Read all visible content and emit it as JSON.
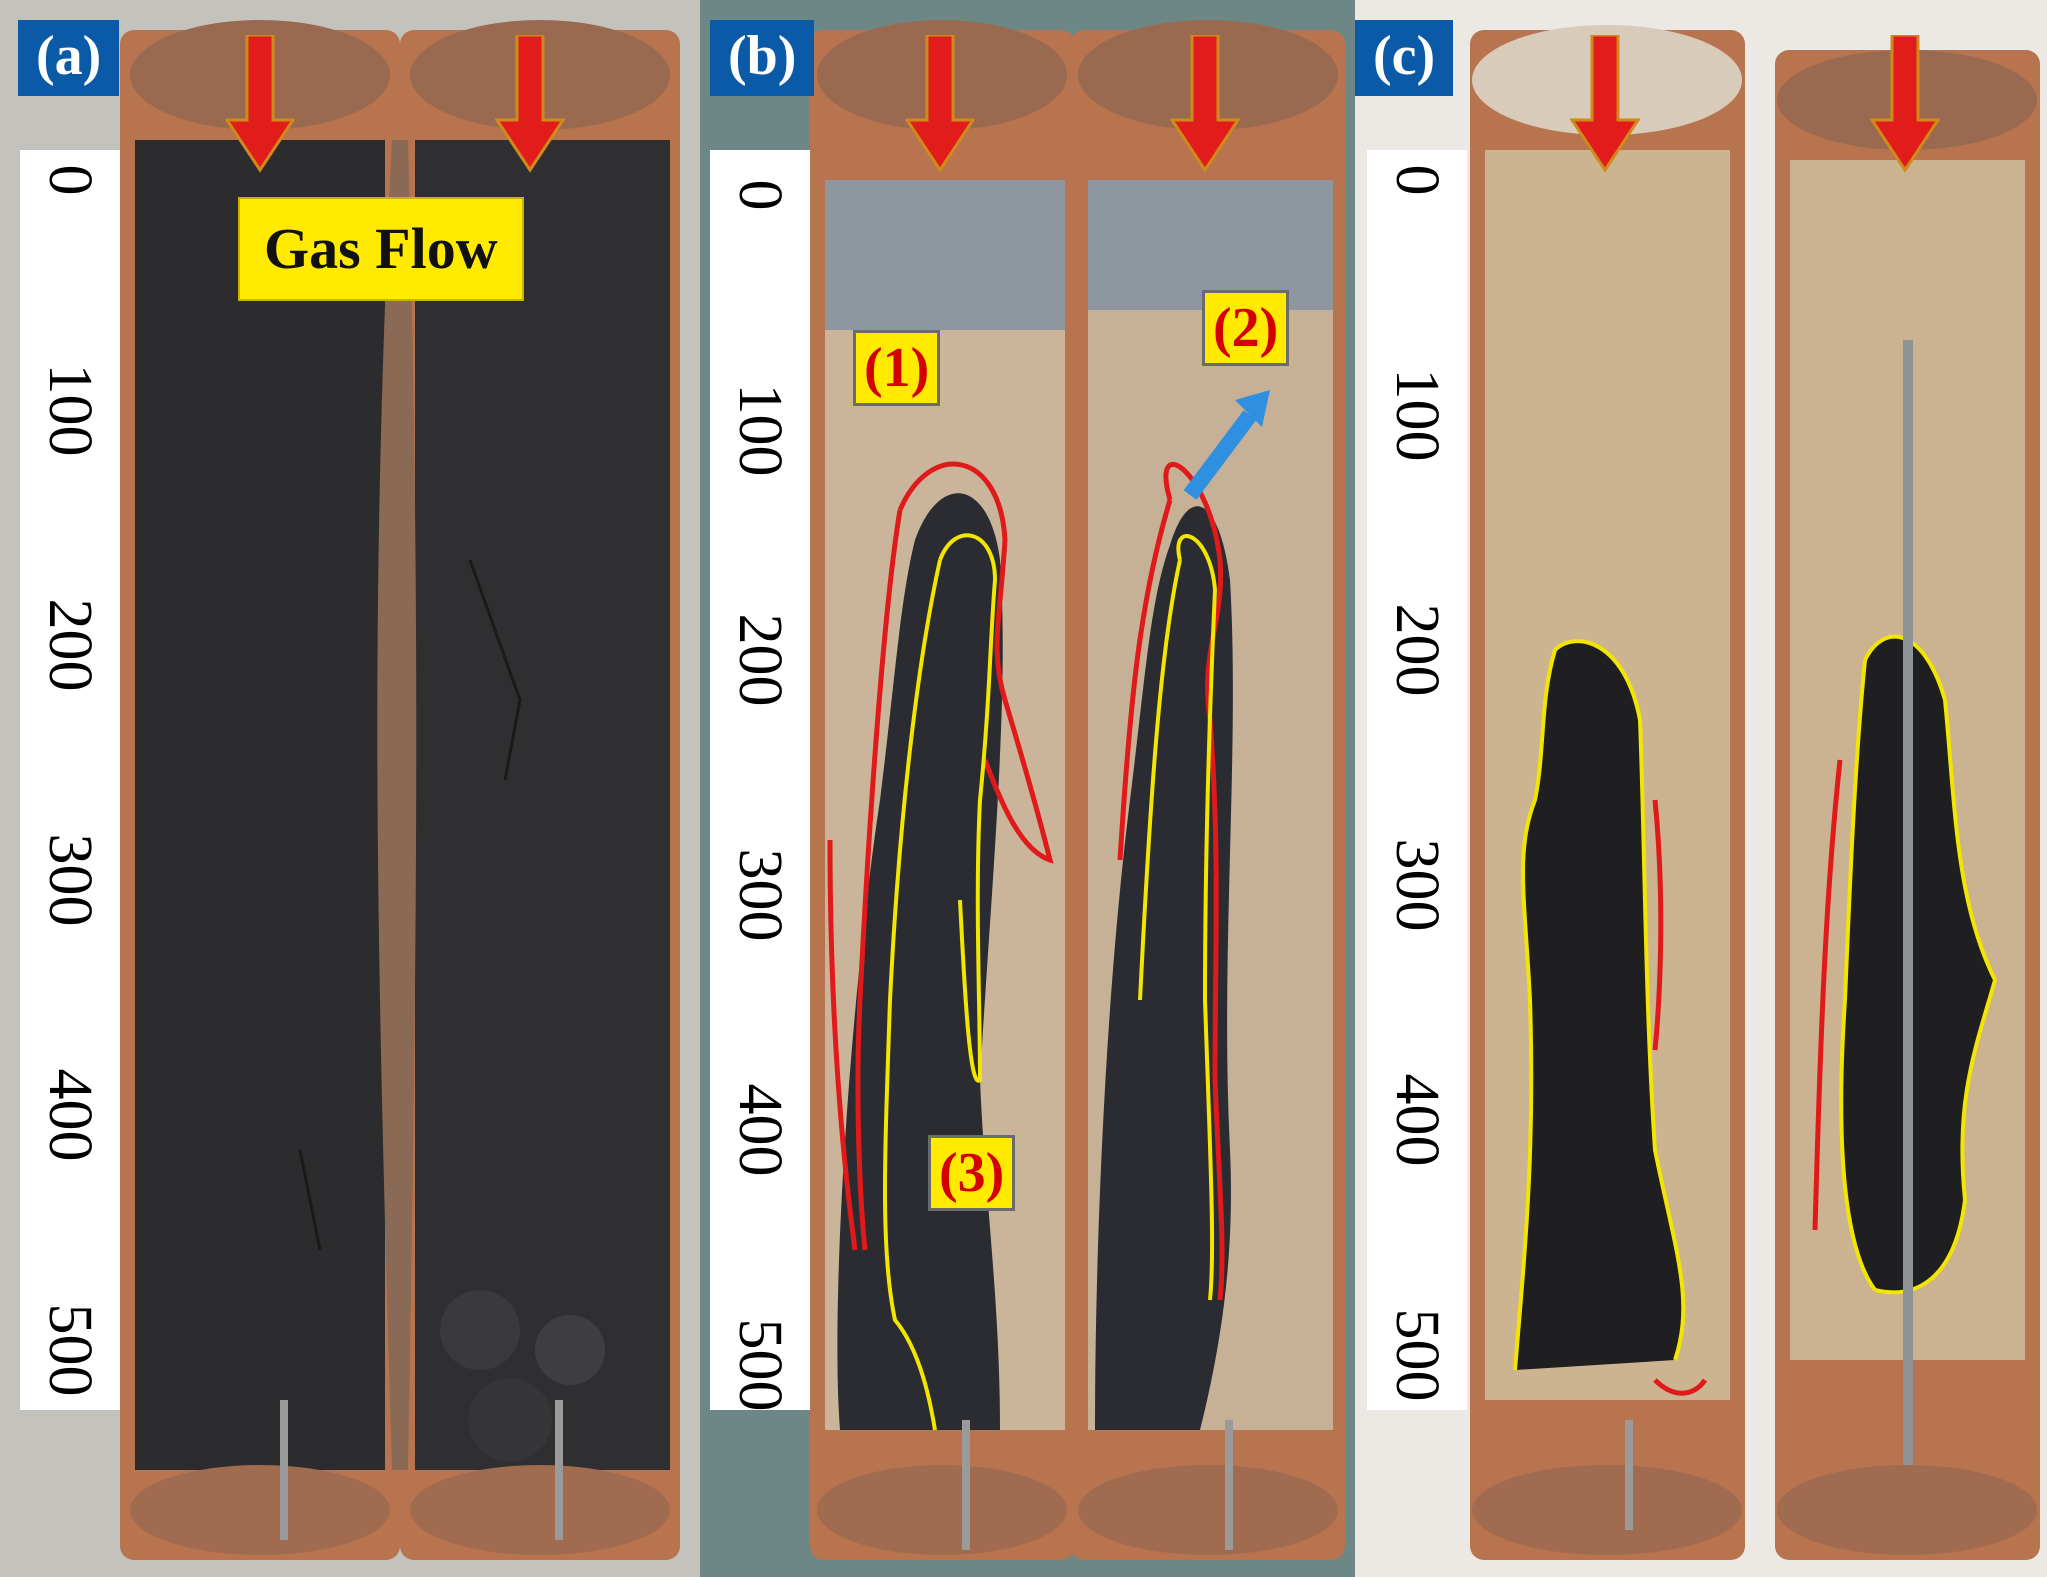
{
  "panels": [
    {
      "tag": "(a)"
    },
    {
      "tag": "(b)"
    },
    {
      "tag": "(c)"
    }
  ],
  "gas_flow_label": "Gas Flow",
  "callouts": {
    "one": "(1)",
    "two": "(2)",
    "three": "(3)"
  },
  "axis_ticks": [
    "0",
    "100",
    "200",
    "300",
    "400",
    "500"
  ],
  "colors": {
    "tag_bg": "#0b5aa8",
    "callout_bg": "#ffea00",
    "callout_text": "#d40000",
    "arrow": "#e21b1b",
    "outer_contour": "#e01a1a",
    "inner_contour": "#f2e600",
    "blue_arrow": "#2f8fe0",
    "copper": "#b8734f",
    "carbon": "#2c2c2e",
    "sand": "#cbb59a"
  },
  "icons": [
    "down-arrow-icon",
    "diagonal-arrow-icon"
  ]
}
